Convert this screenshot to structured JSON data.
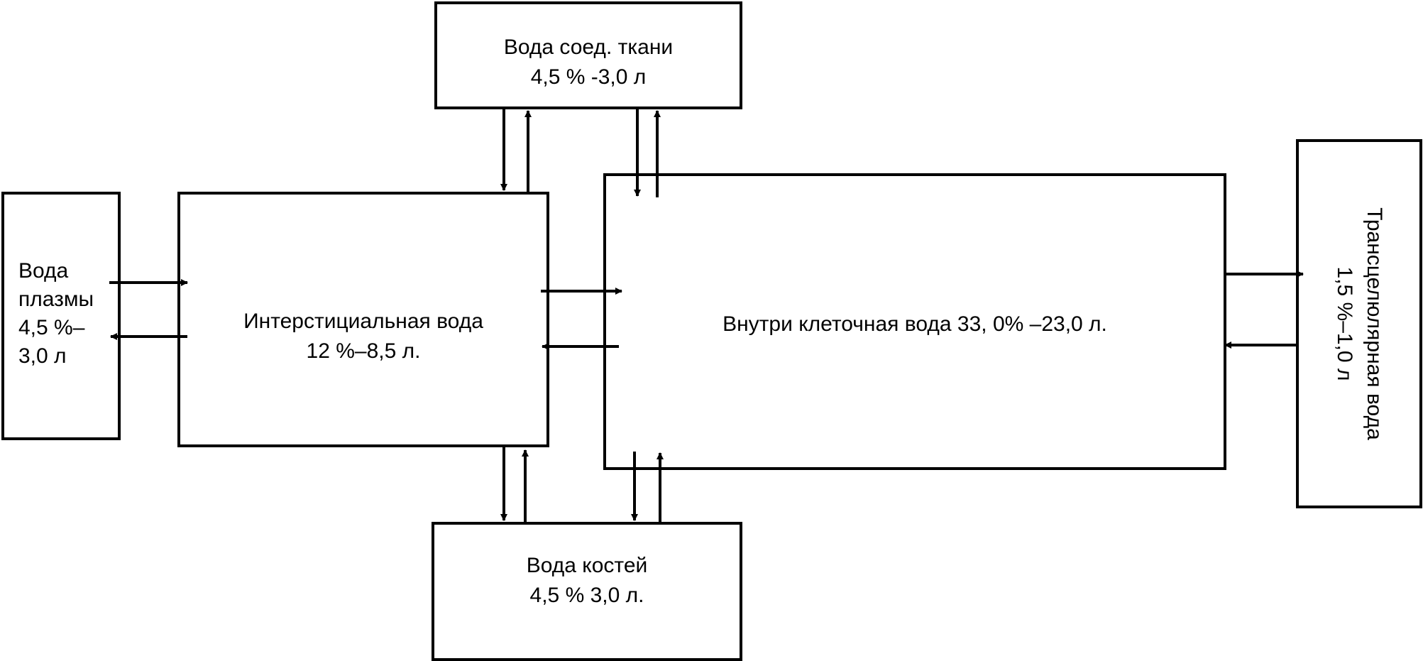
{
  "nodes": {
    "connective": {
      "line1": "Вода соед. ткани",
      "line2": "4,5 % -3,0 л"
    },
    "plasma": {
      "line1": "Вода",
      "line2": "плазмы",
      "line3": "4,5 %–",
      "line4": "3,0 л"
    },
    "interstitial": {
      "line1": "Интерстициальная вода",
      "line2": "12 %–8,5 л."
    },
    "intracellular": {
      "line1": "Внутри клеточная вода 33, 0% –23,0 л."
    },
    "transcellular": {
      "line1": "Трансцелюлярная вода",
      "line2": "1,5 %–1,0 л"
    },
    "bone": {
      "line1": "Вода костей",
      "line2": "4,5 % 3,0 л."
    }
  },
  "colors": {
    "line": "#000000",
    "background": "#ffffff"
  }
}
